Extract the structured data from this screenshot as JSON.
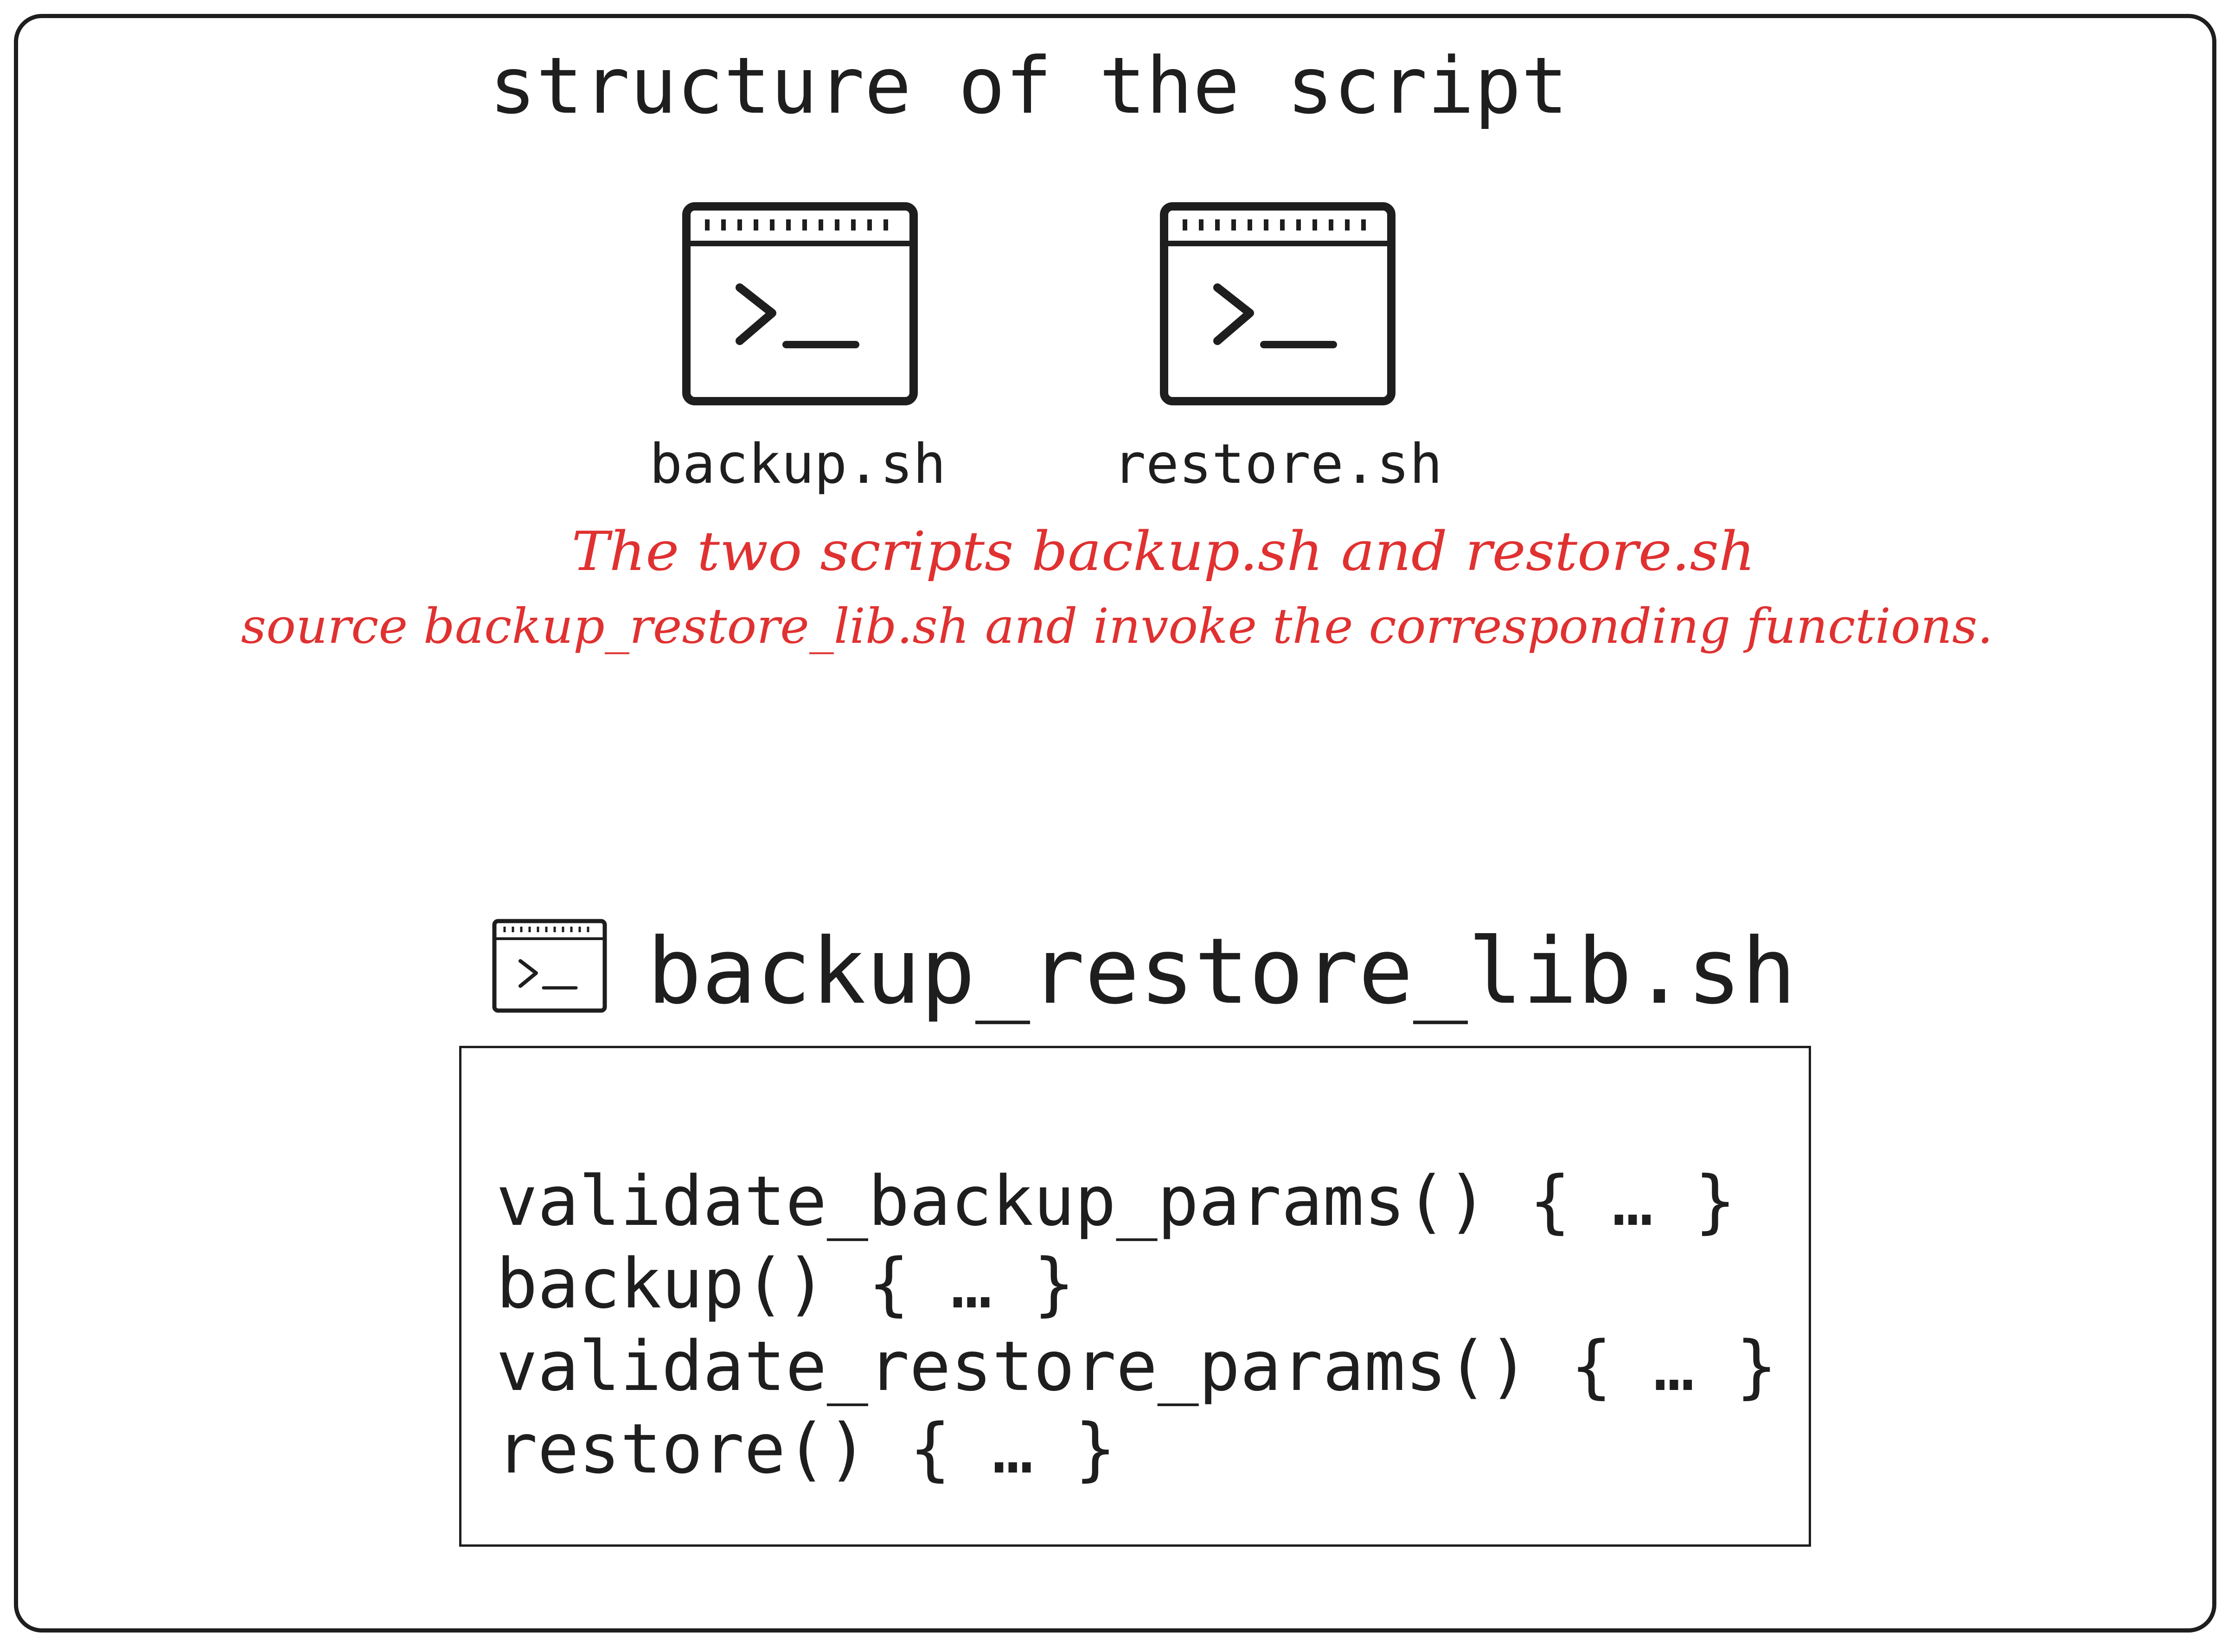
{
  "diagram": {
    "title": "structure of the script",
    "scripts": [
      {
        "name": "backup.sh",
        "icon": "terminal-icon"
      },
      {
        "name": "restore.sh",
        "icon": "terminal-icon"
      }
    ],
    "note": {
      "line1": "The two scripts backup.sh and restore.sh",
      "line2": "source backup_restore_lib.sh and invoke the corresponding functions.",
      "color": "#e03131"
    },
    "library": {
      "name": "backup_restore_lib.sh",
      "icon": "terminal-icon",
      "functions": [
        "validate_backup_params() { … }",
        "backup() { … }",
        "validate_restore_params() { … }",
        "restore() { … }"
      ]
    },
    "stroke_color": "#1e1e1e"
  }
}
